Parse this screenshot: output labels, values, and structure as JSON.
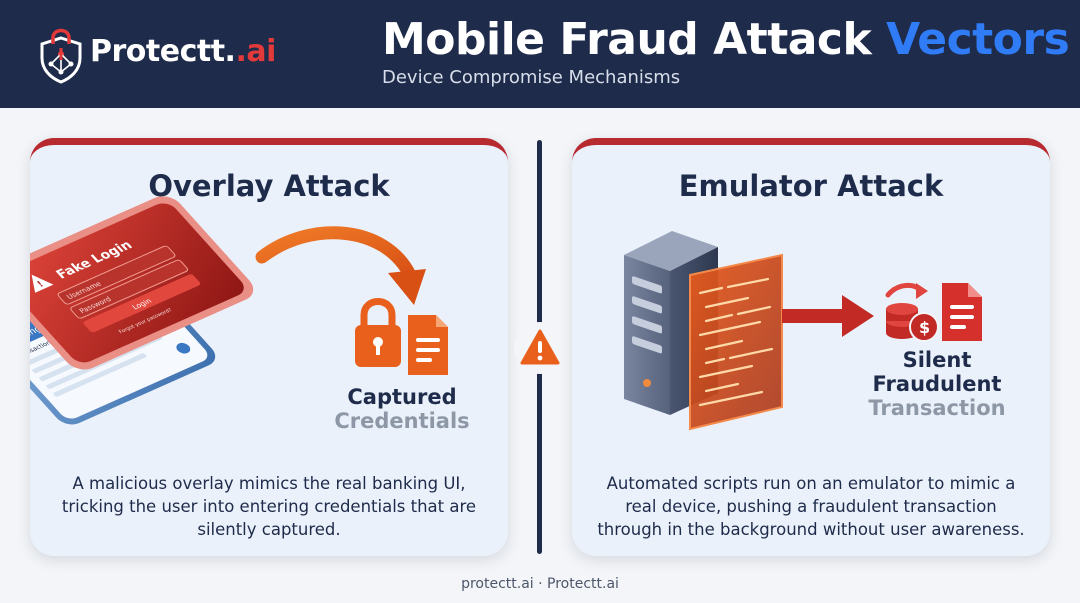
{
  "header": {
    "brand_name": "Protectt.",
    "brand_suffix": ".ai",
    "title_main": "Mobile Fraud Attack ",
    "title_accent": "Vectors",
    "subtitle": "Device Compromise Mechanisms"
  },
  "left_panel": {
    "title": "Overlay Attack",
    "phone_front": {
      "heading": "Fake Login",
      "username_placeholder": "Username",
      "password_placeholder": "Password",
      "button_label": "Login",
      "link_text": "Forgot your password?"
    },
    "phone_back": {
      "app_title": "Banking",
      "section_title": "Transaction History"
    },
    "caption_line1": "Captured",
    "caption_line2": "Credentials",
    "description": "A malicious overlay mimics the real banking UI, tricking the user into entering credentials that are silently captured."
  },
  "right_panel": {
    "title": "Emulator Attack",
    "caption_line1": "Silent",
    "caption_line2": "Fraudulent",
    "caption_line3": "Transaction",
    "description": "Automated scripts run on an emulator to mimic a real device, pushing a fraudulent transaction through in the background without user awareness."
  },
  "footer": {
    "text": "protectt.ai · Protectt.ai"
  },
  "colors": {
    "header_bg": "#1e2b4a",
    "accent_red": "#e23a3a",
    "accent_blue": "#2f7cf6",
    "orange": "#e8601c",
    "panel_bg": "#eaf1fa",
    "panel_border": "#b72a2f"
  },
  "icons": [
    "shield-lock-logo-icon",
    "warning-triangle-icon",
    "lock-icon",
    "document-icon",
    "coins-dollar-icon",
    "server-icon",
    "arrow-right-icon",
    "curved-arrow-icon"
  ]
}
